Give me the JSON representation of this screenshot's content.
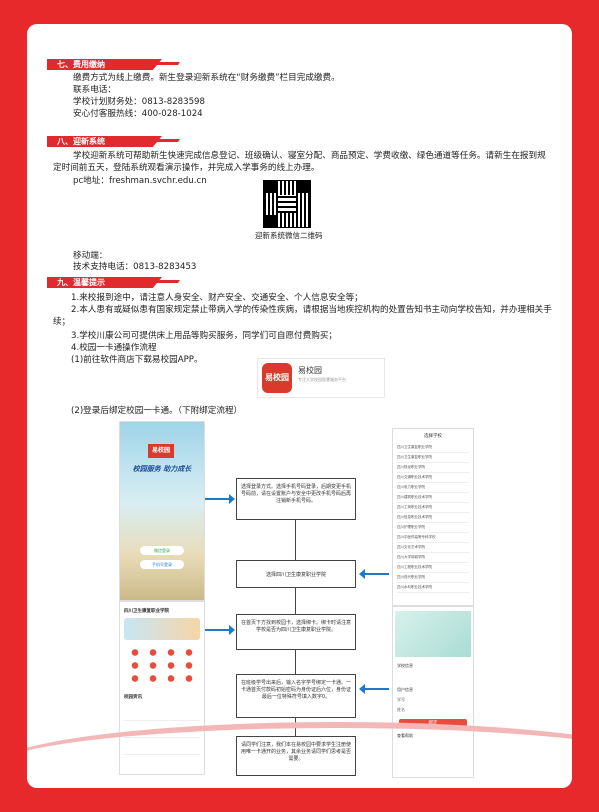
{
  "sec7": {
    "title": "七、费用缴纳",
    "lines": [
      "缴费方式为线上缴费。新生登录迎新系统在“财务缴费”栏目完成缴费。",
      "联系电话：",
      "学校计划财务处：0813-8283598",
      "安心付客服热线：400-028-1024"
    ]
  },
  "sec8": {
    "title": "八、迎新系统",
    "para": "学校迎新系统可帮助新生快速完成信息登记、班级确认、寝室分配、商品预定、学费收缴、绿色通道等任务。请新生在报到规定时间前五天，登陆系统观看演示操作，并完成入学事务的线上办理。",
    "pc": "pc地址：freshman.svchr.edu.cn",
    "qr_caption": "迎新系统微信二维码",
    "mobile": "移动端：",
    "support": "技术支持电话：0813-8283453"
  },
  "sec9": {
    "title": "九、温馨提示",
    "items": [
      "1.来校报到途中，请注意人身安全、财产安全、交通安全、个人信息安全等；",
      "2.本人患有或疑似患有国家规定禁止带病入学的传染性疾病，请根据当地疾控机构的处置告知书主动向学校告知，并办理相关手续；",
      "3.学校川康公司可提供床上用品等购买服务，同学们可自愿付费购买；",
      "4.校园一卡通操作流程",
      "(1)前往软件商店下载易校园APP。",
      "(2)登录后绑定校园一卡通。（下附绑定流程）"
    ]
  },
  "app": {
    "icon_text": "易校园",
    "name": "易校园",
    "tagline": "专注大学校园智慧服务平台"
  },
  "phone1": {
    "logo": "易校园",
    "slogan": "校园服务 助力成长",
    "btn1": "微信登录",
    "btn2": "手机号登录"
  },
  "phone2": {
    "school": "四川卫生康复职业学院",
    "news": "校园资讯"
  },
  "phone_right1": {
    "title": "选择学校",
    "items": [
      "四川卫生康复职业学院",
      "四川卫生康复职业学院",
      "四川财经职业学院",
      "四川交通职业技术学院",
      "四川电力职业学院",
      "四川建筑职业技术学院",
      "四川工商职业技术学院",
      "四川信息职业技术学院",
      "四川护理职业学院",
      "四川中医药高等专科学校",
      "四川文化艺术学院",
      "四川大学锦城学院",
      "四川工程职业技术学院",
      "四川现代职业学院",
      "四川水利职业技术学院"
    ]
  },
  "phone_right2": {
    "t1": "学校信息",
    "t2": "用户信息",
    "t3": "学号",
    "t4": "姓名",
    "btn": "绑定",
    "note": "查看帮助"
  },
  "flow": [
    "选择登录方式。选择手机号码登录，后期变更手机号码前，请在设置账户与安全中更改手机号码后再注销新手机号码。",
    "选择四川卫生康复职业学院",
    "在首页下方找到校园卡，选择绑卡。绑卡时请注意学校是否为四川卫生康复职业学院。",
    "在班级学号出来后，输入名字学号绑定一卡通。一卡通首页付款码初始密码为身份证后六位，身份证最后一位特殊符号填入数字0。",
    "请同学们注意，我们本在易校园中要求学生注册使用唯一卡通开的业务，其余业务请同学们思考是否需要。"
  ],
  "colors": {
    "accent": "#e02a2e",
    "arrow": "#1e79c8"
  }
}
